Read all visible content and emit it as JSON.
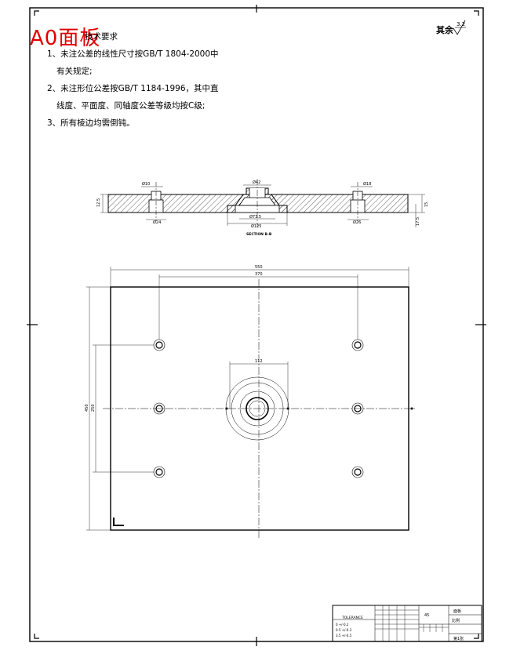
{
  "watermark": "A0面板",
  "notes": {
    "title": "技术要求",
    "line1": "1、未注公差的线性尺寸按GB/T 1804-2000中",
    "line1b": "有关规定;",
    "line2": "2、未注形位公差按GB/T 1184-1996，其中直",
    "line2b": "线度、平面度、同轴度公差等级均按C级;",
    "line3": "3、所有棱边均需倒钝。"
  },
  "roughness": {
    "label": "其余",
    "value": "3.2"
  },
  "section": {
    "label": "SECTION B-B",
    "dims": {
      "top_left_hole": "Ø10",
      "top_right_hole": "Ø18",
      "bottom_left_hole": "Ø24",
      "bottom_right_hole": "Ø26",
      "center_top": "Ø42",
      "center_inner": "Ø73.5",
      "center_outer": "Ø125",
      "left_height": "12.5",
      "right_height": "15",
      "right_height_b": "17.5"
    }
  },
  "plan": {
    "dims": {
      "width_overall": "550",
      "width_holes": "370",
      "center_dim": "112",
      "height_overall": "450",
      "height_holes": "250"
    }
  },
  "title_block": {
    "drawing_name": "面板",
    "material": "45",
    "scale_label": "比例",
    "sheet": "第1张",
    "tolerance_header": "TOLERANCE",
    "tol_rows": [
      "0  +/-0.2",
      "0.5  +/-0.3",
      "3.5  +/-0.5"
    ]
  },
  "icons": {
    "roughness_symbol": "roughness-check-icon"
  }
}
